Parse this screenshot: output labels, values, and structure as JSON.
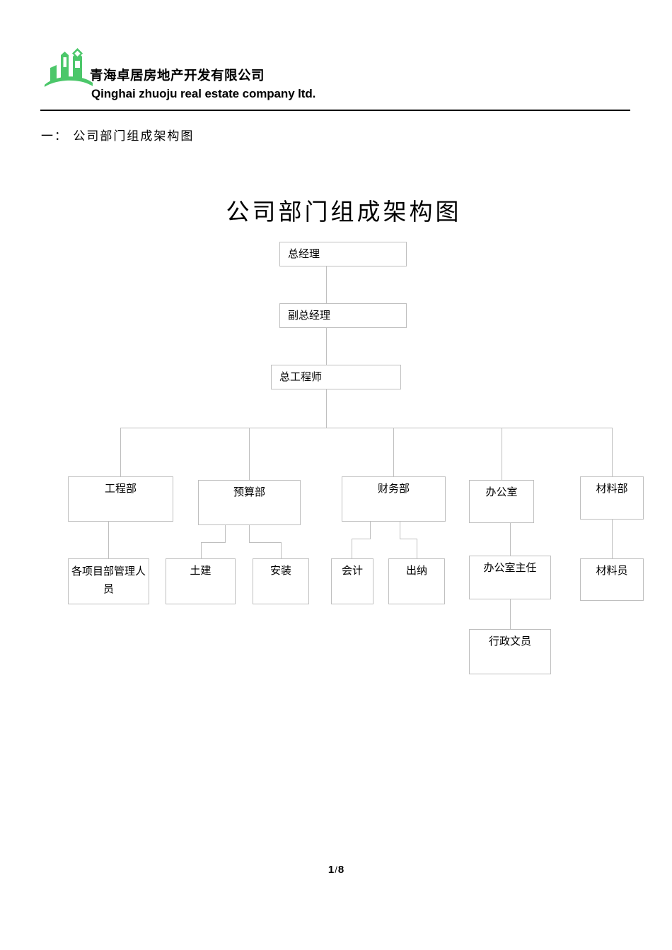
{
  "document": {
    "letterhead": {
      "logo_icon": "green-building-logo-icon",
      "company_name_cn": "青海卓居房地产开发有限公司",
      "company_name_en": "Qinghai zhuoju real estate company ltd.",
      "accent_color": "#4CC76A",
      "rule_color": "#000000"
    },
    "section_heading": "一： 公司部门组成架构图",
    "footer": {
      "page_current": "1",
      "separator": "/",
      "page_total": "8"
    }
  },
  "chart_data": {
    "type": "diagram",
    "title": "公司部门组成架构图",
    "box_border_color": "#bfbfbf",
    "connector_color": "#bfbfbf",
    "nodes": [
      {
        "id": "gm",
        "label": "总经理",
        "level": 0
      },
      {
        "id": "dgm",
        "label": "副总经理",
        "level": 1
      },
      {
        "id": "ce",
        "label": "总工程师",
        "level": 2
      },
      {
        "id": "eng",
        "label": "工程部",
        "level": 3
      },
      {
        "id": "budget",
        "label": "预算部",
        "level": 3
      },
      {
        "id": "finance",
        "label": "财务部",
        "level": 3
      },
      {
        "id": "office",
        "label": "办公室",
        "level": 3
      },
      {
        "id": "material",
        "label": "材料部",
        "level": 3
      },
      {
        "id": "pm",
        "label": "各项目部管理人员",
        "level": 4
      },
      {
        "id": "civil",
        "label": "土建",
        "level": 4
      },
      {
        "id": "install",
        "label": "安装",
        "level": 4
      },
      {
        "id": "account",
        "label": "会计",
        "level": 4
      },
      {
        "id": "cashier",
        "label": "出纳",
        "level": 4
      },
      {
        "id": "officedir",
        "label": "办公室主任",
        "level": 4
      },
      {
        "id": "matclerk",
        "label": "材料员",
        "level": 4
      },
      {
        "id": "clerk",
        "label": "行政文员",
        "level": 5
      }
    ],
    "edges": [
      [
        "gm",
        "dgm"
      ],
      [
        "dgm",
        "ce"
      ],
      [
        "ce",
        "eng"
      ],
      [
        "ce",
        "budget"
      ],
      [
        "ce",
        "finance"
      ],
      [
        "ce",
        "office"
      ],
      [
        "ce",
        "material"
      ],
      [
        "eng",
        "pm"
      ],
      [
        "budget",
        "civil"
      ],
      [
        "budget",
        "install"
      ],
      [
        "finance",
        "account"
      ],
      [
        "finance",
        "cashier"
      ],
      [
        "office",
        "officedir"
      ],
      [
        "material",
        "matclerk"
      ],
      [
        "officedir",
        "clerk"
      ]
    ]
  }
}
